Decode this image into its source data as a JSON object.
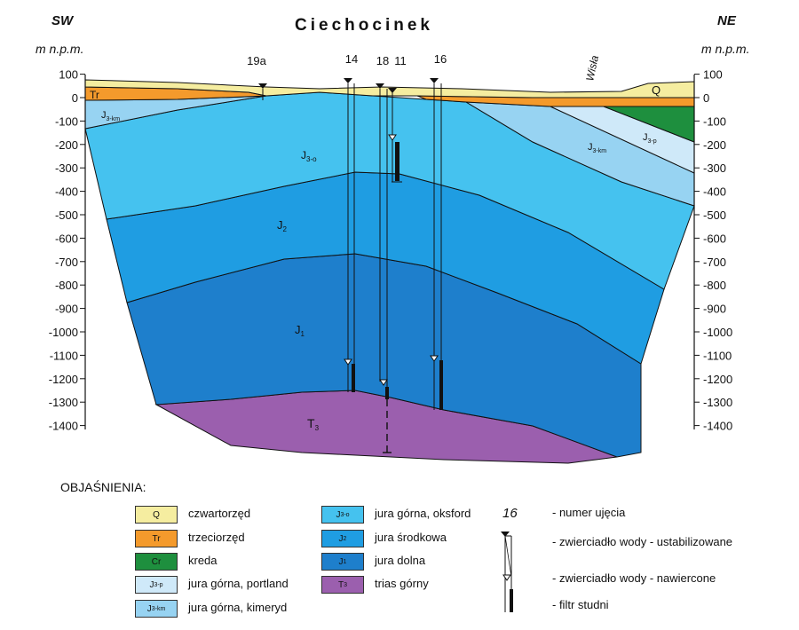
{
  "title": "Ciechocinek",
  "dir_left": "SW",
  "dir_right": "NE",
  "unit_left": "m n.p.m.",
  "unit_right": "m n.p.m.",
  "river": "Wisła",
  "depth_ticks": [
    "100",
    "0",
    "-100",
    "-200",
    "-300",
    "-400",
    "-500",
    "-600",
    "-700",
    "-800",
    "-900",
    "-1000",
    "-1100",
    "-1200",
    "-1300",
    "-1400"
  ],
  "wells": [
    "19a",
    "14",
    "18",
    "11",
    "16"
  ],
  "strata": {
    "tr": "Tr",
    "q": "Q",
    "j3km_left": "J",
    "j3km_left_sub": "3-km",
    "j3o": "J",
    "j3o_sub": "3-o",
    "j2": "J",
    "j2_sub": "2",
    "j1": "J",
    "j1_sub": "1",
    "t3": "T",
    "t3_sub": "3",
    "j3km_right": "J",
    "j3km_right_sub": "3-km",
    "j3p": "J",
    "j3p_sub": "3-p"
  },
  "legend": {
    "heading": "OBJAŚNIENIA:",
    "items": [
      {
        "code": "Q",
        "sub": "",
        "label": "czwartorzęd",
        "color": "#f5eda0"
      },
      {
        "code": "Tr",
        "sub": "",
        "label": "trzeciorzęd",
        "color": "#f49a2c"
      },
      {
        "code": "Cr",
        "sub": "",
        "label": "kreda",
        "color": "#1e8f3e"
      },
      {
        "code": "J",
        "sub": "3-p",
        "label": "jura górna, portland",
        "color": "#cfe9f9"
      },
      {
        "code": "J",
        "sub": "3-km",
        "label": "jura górna, kimeryd",
        "color": "#97d3f2"
      },
      {
        "code": "J",
        "sub": "3-o",
        "label": "jura górna, oksford",
        "color": "#45c2ef"
      },
      {
        "code": "J",
        "sub": "2",
        "label": "jura środkowa",
        "color": "#1f9de2"
      },
      {
        "code": "J",
        "sub": "1",
        "label": "jura dolna",
        "color": "#1e7fcc"
      },
      {
        "code": "T",
        "sub": "3",
        "label": "trias górny",
        "color": "#9b5fae"
      }
    ],
    "symbol_well_no": "16",
    "symbol_labels": [
      "- numer ujęcia",
      "- zwierciadło wody - ustabilizowane",
      "- zwierciadło wody - nawiercone",
      "- filtr studni"
    ]
  },
  "colors": {
    "q": "#f5eda0",
    "tr": "#f49a2c",
    "cr": "#1e8f3e",
    "j3p": "#cfe9f9",
    "j3km": "#97d3f2",
    "j3o": "#45c2ef",
    "j2": "#1f9de2",
    "j1": "#1e7fcc",
    "t3": "#9b5fae"
  }
}
